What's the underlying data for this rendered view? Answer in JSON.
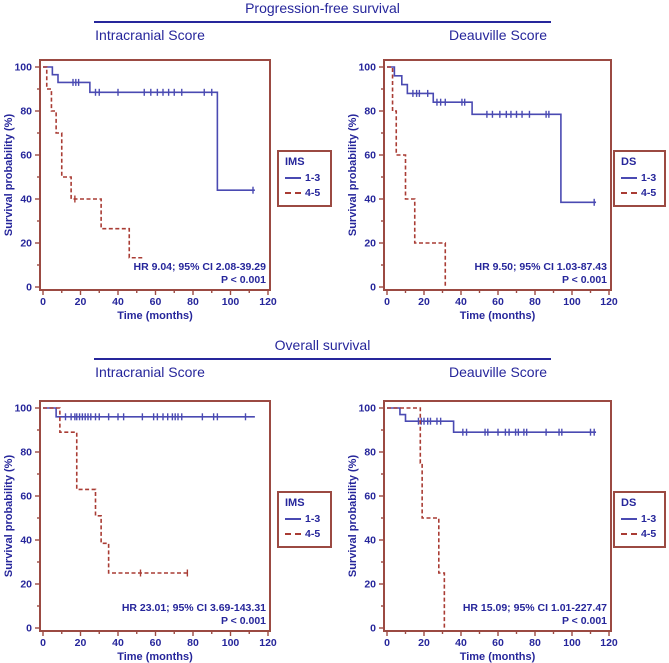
{
  "colors": {
    "text_navy": "#26269b",
    "frame_maroon": "#9b4a42",
    "curve_blue": "#4a4ab2",
    "curve_red": "#a93c34"
  },
  "sections": [
    {
      "title": "Progression-free survival"
    },
    {
      "title": "Overall survival"
    }
  ],
  "chart_data": [
    {
      "type": "line",
      "subtype": "kaplan-meier-step",
      "section": "Progression-free survival",
      "title": "Intracranial Score",
      "xlabel": "Time (months)",
      "ylabel": "Survival probability (%)",
      "xlim": [
        0,
        120
      ],
      "ylim": [
        0,
        100
      ],
      "x_ticks": [
        0,
        20,
        40,
        60,
        80,
        100,
        120
      ],
      "y_ticks": [
        0,
        20,
        40,
        60,
        80,
        100
      ],
      "x_minor_step": 10,
      "y_minor_step": 10,
      "grid": false,
      "legend": {
        "title": "IMS",
        "position": "right",
        "items": [
          {
            "label": "1-3",
            "line": "solid",
            "color": "#4a4ab2"
          },
          {
            "label": "4-5",
            "line": "dashed",
            "color": "#a93c34"
          }
        ]
      },
      "annotation": {
        "lines": [
          "HR 9.04; 95% CI 2.08-39.29",
          "P < 0.001"
        ]
      },
      "series": [
        {
          "name": "1-3",
          "line": "solid",
          "color": "#4a4ab2",
          "start": 100,
          "drops": [
            [
              5,
              96.5
            ],
            [
              8,
              93
            ],
            [
              25,
              88.5
            ],
            [
              93,
              44
            ]
          ],
          "end_x": 113,
          "censors": [
            [
              16,
              93
            ],
            [
              17.5,
              93
            ],
            [
              19,
              93
            ],
            [
              28,
              88.5
            ],
            [
              30,
              88.5
            ],
            [
              40,
              88.5
            ],
            [
              54,
              88.5
            ],
            [
              57.5,
              88.5
            ],
            [
              61,
              88.5
            ],
            [
              64,
              88.5
            ],
            [
              67,
              88.5
            ],
            [
              70,
              88.5
            ],
            [
              74,
              88.5
            ],
            [
              86,
              88.5
            ],
            [
              90,
              88.5
            ],
            [
              112,
              44
            ]
          ]
        },
        {
          "name": "4-5",
          "line": "dashed",
          "color": "#a93c34",
          "start": 100,
          "drops": [
            [
              2,
              90
            ],
            [
              4.5,
              80
            ],
            [
              7,
              70
            ],
            [
              10,
              50
            ],
            [
              15,
              40
            ],
            [
              31,
              26.5
            ],
            [
              46,
              13.3
            ]
          ],
          "end_x": 53,
          "censors": [
            [
              17,
              40
            ]
          ]
        }
      ]
    },
    {
      "type": "line",
      "subtype": "kaplan-meier-step",
      "section": "Progression-free survival",
      "title": "Deauville Score",
      "xlabel": "Time (months)",
      "ylabel": "Survival probability (%)",
      "xlim": [
        0,
        120
      ],
      "ylim": [
        0,
        100
      ],
      "x_ticks": [
        0,
        20,
        40,
        60,
        80,
        100,
        120
      ],
      "y_ticks": [
        0,
        20,
        40,
        60,
        80,
        100
      ],
      "x_minor_step": 10,
      "y_minor_step": 10,
      "grid": false,
      "legend": {
        "title": "DS",
        "position": "right",
        "items": [
          {
            "label": "1-3",
            "line": "solid",
            "color": "#4a4ab2"
          },
          {
            "label": "4-5",
            "line": "dashed",
            "color": "#a93c34"
          }
        ]
      },
      "annotation": {
        "lines": [
          "HR 9.50; 95% CI 1.03-87.43",
          "P < 0.001"
        ]
      },
      "series": [
        {
          "name": "1-3",
          "line": "solid",
          "color": "#4a4ab2",
          "start": 100,
          "drops": [
            [
              4,
              96
            ],
            [
              8,
              92
            ],
            [
              11,
              88
            ],
            [
              25,
              84
            ],
            [
              46,
              78.5
            ],
            [
              94,
              38.5
            ]
          ],
          "end_x": 113,
          "censors": [
            [
              14,
              88
            ],
            [
              16,
              88
            ],
            [
              17.5,
              88
            ],
            [
              22,
              88
            ],
            [
              27,
              84
            ],
            [
              29,
              84
            ],
            [
              31.5,
              84
            ],
            [
              40.5,
              84
            ],
            [
              42,
              84
            ],
            [
              54,
              78.5
            ],
            [
              57,
              78.5
            ],
            [
              61,
              78.5
            ],
            [
              64.5,
              78.5
            ],
            [
              67,
              78.5
            ],
            [
              70,
              78.5
            ],
            [
              73,
              78.5
            ],
            [
              77,
              78.5
            ],
            [
              86,
              78.5
            ],
            [
              87.5,
              78.5
            ],
            [
              112,
              38.5
            ]
          ]
        },
        {
          "name": "4-5",
          "line": "dashed",
          "color": "#a93c34",
          "start": 100,
          "drops": [
            [
              3,
              80
            ],
            [
              5,
              60
            ],
            [
              10,
              40
            ],
            [
              15,
              20
            ],
            [
              31.5,
              0
            ]
          ],
          "end_x": 32,
          "censors": []
        }
      ]
    },
    {
      "type": "line",
      "subtype": "kaplan-meier-step",
      "section": "Overall survival",
      "title": "Intracranial Score",
      "xlabel": "Time (months)",
      "ylabel": "Survival probability (%)",
      "xlim": [
        0,
        120
      ],
      "ylim": [
        0,
        100
      ],
      "x_ticks": [
        0,
        20,
        40,
        60,
        80,
        100,
        120
      ],
      "y_ticks": [
        0,
        20,
        40,
        60,
        80,
        100
      ],
      "x_minor_step": 10,
      "y_minor_step": 10,
      "grid": false,
      "legend": {
        "title": "IMS",
        "position": "right",
        "items": [
          {
            "label": "1-3",
            "line": "solid",
            "color": "#4a4ab2"
          },
          {
            "label": "4-5",
            "line": "dashed",
            "color": "#a93c34"
          }
        ]
      },
      "annotation": {
        "lines": [
          "HR 23.01; 95% CI 3.69-143.31",
          "P < 0.001"
        ]
      },
      "series": [
        {
          "name": "1-3",
          "line": "solid",
          "color": "#4a4ab2",
          "start": 100,
          "drops": [
            [
              7,
              96
            ]
          ],
          "end_x": 113,
          "censors": [
            [
              12,
              96
            ],
            [
              15,
              96
            ],
            [
              17,
              96
            ],
            [
              18,
              96
            ],
            [
              19.5,
              96
            ],
            [
              21,
              96
            ],
            [
              22.5,
              96
            ],
            [
              24,
              96
            ],
            [
              25.5,
              96
            ],
            [
              28,
              96
            ],
            [
              30,
              96
            ],
            [
              35,
              96
            ],
            [
              40,
              96
            ],
            [
              43,
              96
            ],
            [
              53,
              96
            ],
            [
              59,
              96
            ],
            [
              61,
              96
            ],
            [
              64,
              96
            ],
            [
              66.5,
              96
            ],
            [
              69,
              96
            ],
            [
              70.5,
              96
            ],
            [
              72,
              96
            ],
            [
              74,
              96
            ],
            [
              85,
              96
            ],
            [
              91,
              96
            ],
            [
              93,
              96
            ],
            [
              108,
              96
            ]
          ]
        },
        {
          "name": "4-5",
          "line": "dashed",
          "color": "#a93c34",
          "start": 100,
          "drops": [
            [
              9,
              89
            ],
            [
              18,
              63
            ],
            [
              28,
              51
            ],
            [
              31,
              38.5
            ],
            [
              35,
              25
            ]
          ],
          "end_x": 78,
          "censors": [
            [
              52,
              25
            ],
            [
              77,
              25
            ]
          ]
        }
      ]
    },
    {
      "type": "line",
      "subtype": "kaplan-meier-step",
      "section": "Overall survival",
      "title": "Deauville Score",
      "xlabel": "Time (months)",
      "ylabel": "Survival probability (%)",
      "xlim": [
        0,
        120
      ],
      "ylim": [
        0,
        100
      ],
      "x_ticks": [
        0,
        20,
        40,
        60,
        80,
        100,
        120
      ],
      "y_ticks": [
        0,
        20,
        40,
        60,
        80,
        100
      ],
      "x_minor_step": 10,
      "y_minor_step": 10,
      "grid": false,
      "legend": {
        "title": "DS",
        "position": "right",
        "items": [
          {
            "label": "1-3",
            "line": "solid",
            "color": "#4a4ab2"
          },
          {
            "label": "4-5",
            "line": "dashed",
            "color": "#a93c34"
          }
        ]
      },
      "annotation": {
        "lines": [
          "HR 15.09; 95% CI 1.01-227.47",
          "P < 0.001"
        ]
      },
      "series": [
        {
          "name": "1-3",
          "line": "solid",
          "color": "#4a4ab2",
          "start": 100,
          "drops": [
            [
              7,
              97
            ],
            [
              10,
              94
            ],
            [
              36,
              89
            ]
          ],
          "end_x": 113,
          "censors": [
            [
              17,
              94
            ],
            [
              18.5,
              94
            ],
            [
              20,
              94
            ],
            [
              22,
              94
            ],
            [
              23.5,
              94
            ],
            [
              27,
              94
            ],
            [
              29,
              94
            ],
            [
              41,
              89
            ],
            [
              43,
              89
            ],
            [
              53,
              89
            ],
            [
              54.5,
              89
            ],
            [
              60,
              89
            ],
            [
              64,
              89
            ],
            [
              66,
              89
            ],
            [
              69.5,
              89
            ],
            [
              71,
              89
            ],
            [
              74,
              89
            ],
            [
              75.5,
              89
            ],
            [
              86,
              89
            ],
            [
              93,
              89
            ],
            [
              94.5,
              89
            ],
            [
              110,
              89
            ],
            [
              112,
              89
            ]
          ]
        },
        {
          "name": "4-5",
          "line": "dashed",
          "color": "#a93c34",
          "start": 100,
          "drops": [
            [
              18,
              75
            ],
            [
              19,
              50
            ],
            [
              28,
              25
            ],
            [
              31,
              0
            ]
          ],
          "end_x": 32,
          "censors": []
        }
      ]
    }
  ]
}
